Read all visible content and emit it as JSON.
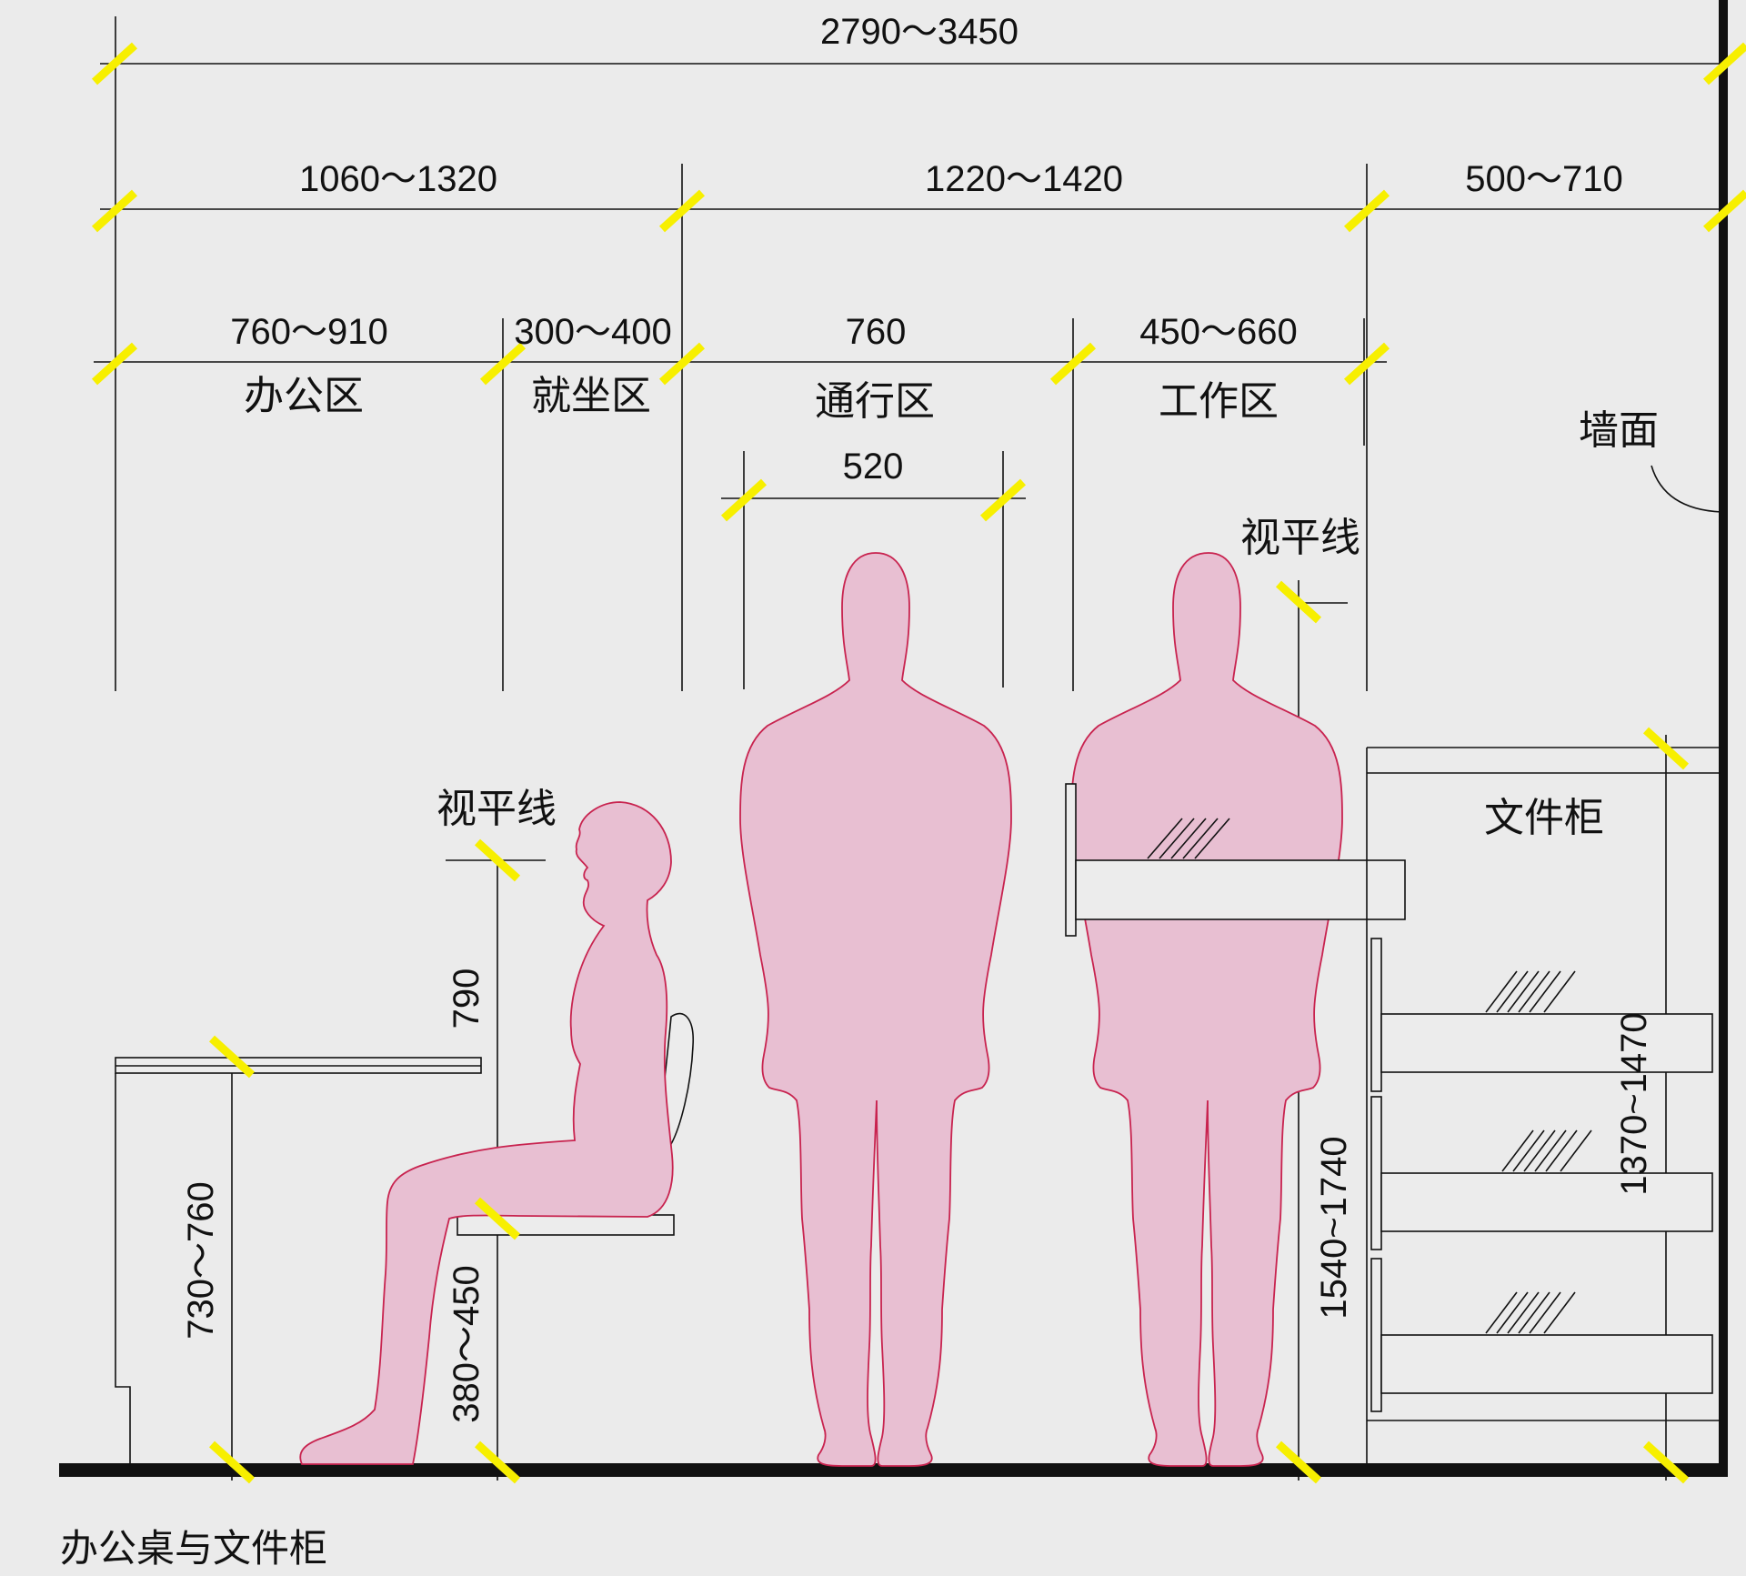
{
  "dimensions": {
    "total_width": "2790～3450",
    "zone_desk_and_seat": "1060～1320",
    "zone_circulation_and_work": "1220～1420",
    "zone_cabinet": "500～710",
    "office_zone": "760～910",
    "seating_zone": "300～400",
    "circulation_zone": "760",
    "work_zone": "450～660",
    "body_width": "520",
    "seated_eye_height": "790",
    "desk_height": "730～760",
    "seat_height": "380～450",
    "standing_eye_height": "1540~1740",
    "cabinet_height": "1370~1470"
  },
  "labels": {
    "office_zone": "办公区",
    "seating_zone": "就坐区",
    "circulation_zone": "通行区",
    "work_zone": "工作区",
    "wall": "墙面",
    "eye_line_seated": "视平线",
    "eye_line_standing": "视平线",
    "file_cabinet": "文件柜"
  },
  "caption": "办公桌与文件柜",
  "colors": {
    "background": "#ebebeb",
    "tick": "#f7ef00",
    "figure_fill": "#e8bfd2",
    "figure_stroke": "#c8234f",
    "line": "#111111"
  }
}
